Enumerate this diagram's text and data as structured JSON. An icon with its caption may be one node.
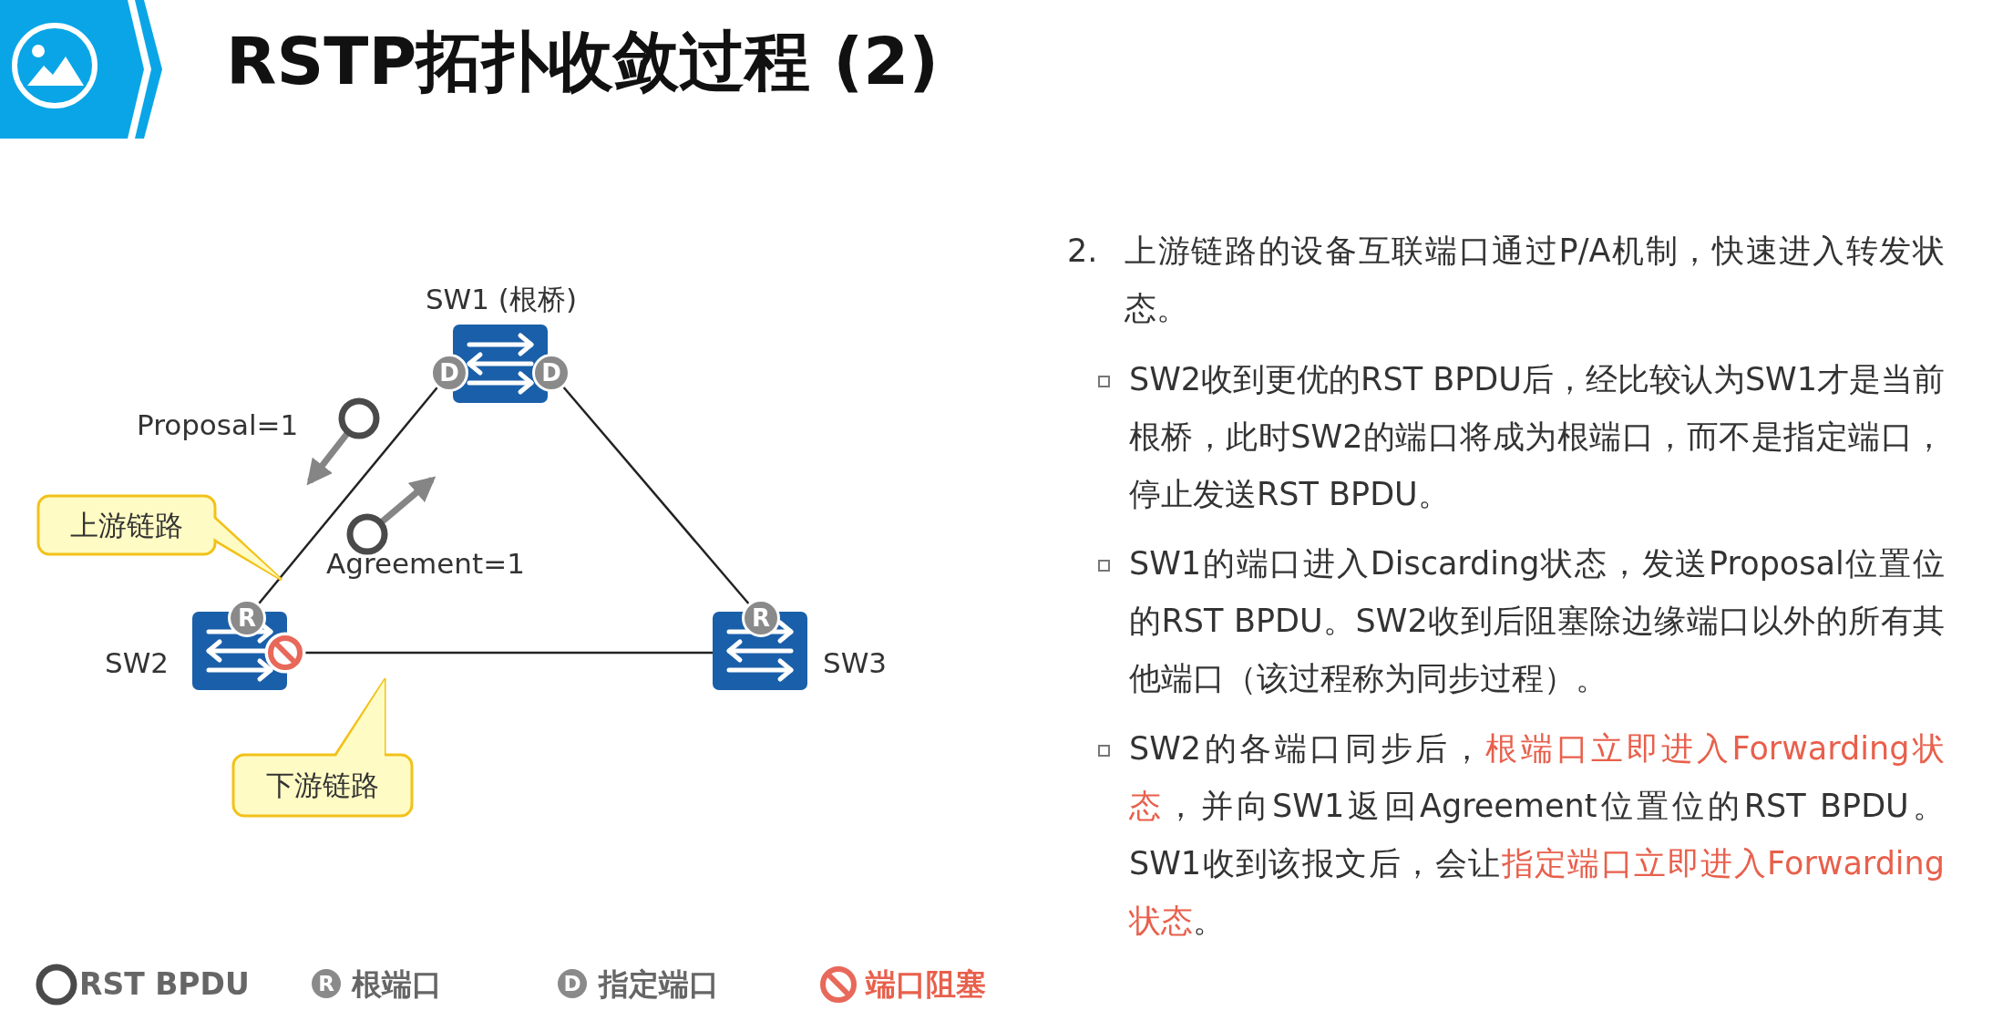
{
  "diagram": {
    "title": "RSTP拓扑收敛过程 (2)",
    "nodes": [
      {
        "text": [
          "SW1 (根桥)"
        ]
      },
      {
        "text": [
          "D"
        ]
      },
      {
        "text": [
          "D"
        ]
      },
      {
        "text": [
          "SW2"
        ]
      },
      {
        "text": [
          "R"
        ]
      },
      {
        "text": [],
        "shape": "circle"
      },
      {
        "text": [
          "SW3"
        ]
      },
      {
        "text": [
          "R"
        ]
      },
      {
        "text": [
          "上游链路"
        ]
      },
      {
        "text": [
          "下游链路"
        ]
      },
      {
        "text": [],
        "shape": "circle",
        "beside": [
          "Proposal=1"
        ]
      },
      {
        "text": [],
        "shape": "circle",
        "beside": [
          "Agreement=1"
        ]
      }
    ],
    "edges": [
      {
        "from": 1,
        "to": 4,
        "arrow": "none"
      },
      {
        "from": 2,
        "to": 7,
        "arrow": "none"
      },
      {
        "from": 5,
        "to": 6,
        "arrow": "none"
      },
      {
        "from": 10,
        "to": null,
        "arrow": "to",
        "style": "thick",
        "color": "#858585"
      },
      {
        "from": 11,
        "to": null,
        "arrow": "to",
        "style": "thick",
        "color": "#858585"
      }
    ],
    "labels": [
      "2.",
      "上游链路的设备互联端口通过P/A机制，快速进入转发状态。",
      "SW2收到更优的RST BPDU后，经比较认为SW1才是当前根桥，此时SW2的端口将成为根端口，而不是指定端口，停止发送RST BPDU。",
      "SW1的端口进入Discarding状态，发送Proposal位置位的RST BPDU。SW2收到后阻塞除边缘端口以外的所有其他端口（该过程称为同步过程）。",
      "SW2的各端口同步后，**根端口立即进入Forwarding状态**，并向SW1返回Agreement位置位的RST BPDU。SW1收到该报文后，会让**指定端口立即进入Forwarding状态**。",
      "R",
      "D"
    ],
    "legend": [
      {
        "text": "RST BPDU"
      },
      {
        "text": "根端口",
        "color": "#8a8a8a"
      },
      {
        "text": "指定端口",
        "color": "#8a8a8a"
      },
      {
        "text": "端口阻塞"
      }
    ]
  }
}
